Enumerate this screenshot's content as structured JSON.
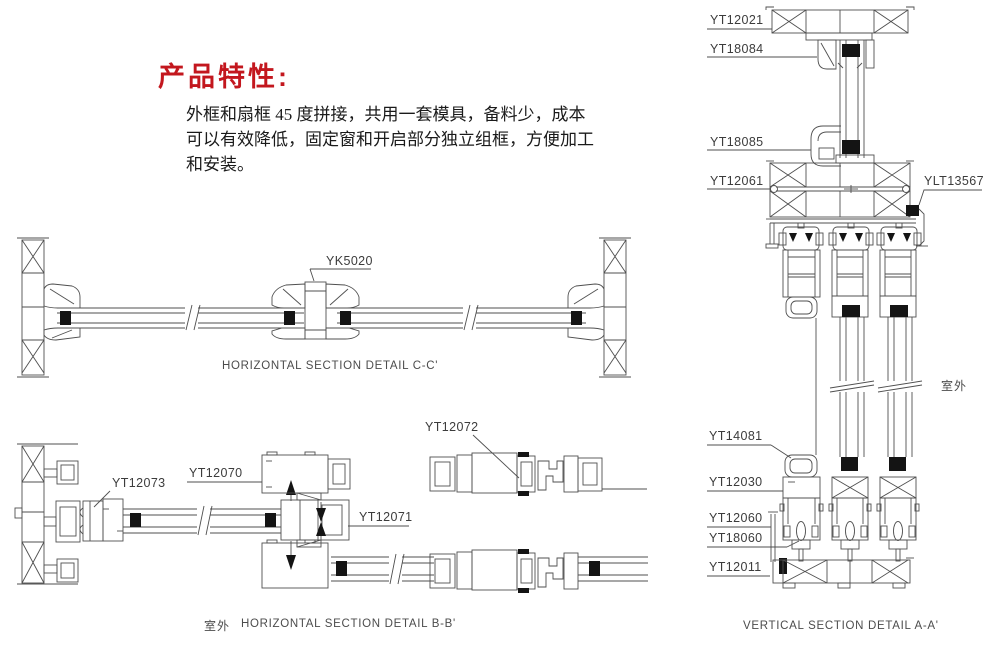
{
  "header": {
    "title": "产品特性:",
    "description_lines": [
      "外框和扇框 45 度拼接，共用一套模具，备料少，成本",
      "可以有效降低，固定窗和开启部分独立组框，方便加工",
      "和安装。"
    ]
  },
  "colors": {
    "title_red": "#c3171e",
    "drawing_line": "#4f4f4f",
    "label_text": "#3c3c3c",
    "fill_black": "#141414"
  },
  "sections": {
    "cc": {
      "caption": "HORIZONTAL SECTION DETAIL C-C'",
      "labels": {
        "yk5020": "YK5020"
      }
    },
    "bb": {
      "caption": "HORIZONTAL SECTION DETAIL B-B'",
      "outdoor": "室外",
      "labels": {
        "yt12073": "YT12073",
        "yt12070": "YT12070",
        "yt12072": "YT12072",
        "yt12071": "YT12071"
      }
    },
    "aa": {
      "caption": "VERTICAL SECTION DETAIL A-A'",
      "outdoor": "室外",
      "labels": {
        "yt12021": "YT12021",
        "yt18084": "YT18084",
        "yt18085": "YT18085",
        "yt12061": "YT12061",
        "ylt13567": "YLT13567",
        "yt14081": "YT14081",
        "yt12030": "YT12030",
        "yt12060": "YT12060",
        "yt18060": "YT18060",
        "yt12011": "YT12011"
      }
    }
  }
}
